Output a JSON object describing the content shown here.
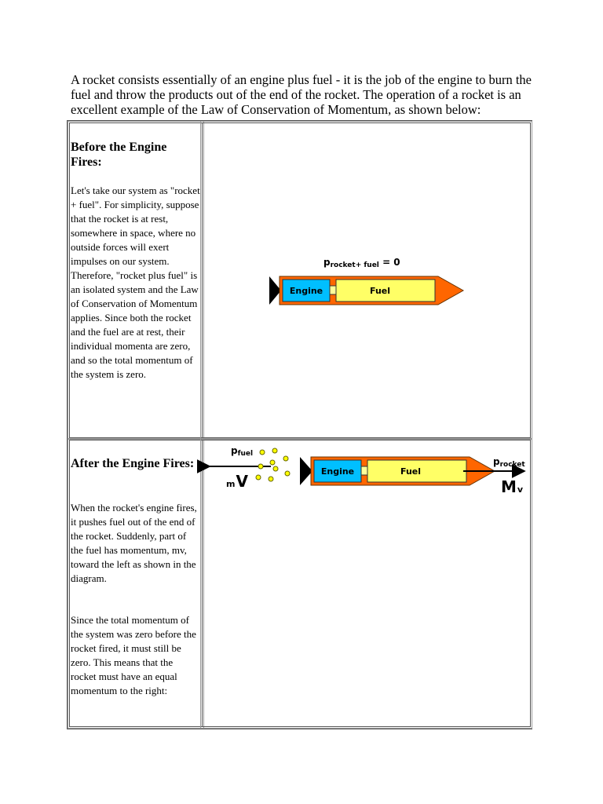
{
  "intro": "A rocket consists essentially of an engine plus fuel - it is the job of the engine to burn the fuel and throw the products out of the end of the rocket. The operation of a rocket is an excellent example of the Law of Conservation of Momentum, as shown below:",
  "before": {
    "heading": "Before the Engine Fires:",
    "text": "Let's take our system as \"rocket + fuel\". For simplicity, suppose that the rocket is at rest, somewhere in space, where no outside forces will exert impulses on our system. Therefore, \"rocket plus fuel\" is an isolated system and the Law of Conservation of Momentum applies. Since both the rocket and the fuel are at rest, their individual momenta are zero, and so the total momentum of the system is zero.",
    "diagram": {
      "p_label": "p",
      "p_sub": "rocket+ fuel",
      "p_value": " = 0",
      "engine_label": "Engine",
      "fuel_label": "Fuel"
    }
  },
  "after": {
    "heading": "After the Engine Fires:",
    "text1": "When the rocket's engine fires, it pushes fuel out of the end of the rocket. Suddenly, part of the fuel has momentum, mv, toward the left as shown in the diagram.",
    "text2": "Since the total momentum of the system was zero before the rocket fired, it must still be zero. This means that the rocket must have an equal momentum to the right:",
    "diagram": {
      "pfuel_label": "p",
      "pfuel_sub": "fuel",
      "mv_m": "m",
      "mv_v": "V",
      "engine_label": "Engine",
      "fuel_label": "Fuel",
      "procket_label": "p",
      "procket_sub": "rocket",
      "Mv_M": "M",
      "Mv_v": "v"
    }
  },
  "colors": {
    "engine": "#00bfff",
    "fuel": "#ffff66",
    "body": "#ff6600",
    "nozzle": "#000000",
    "exhaust": "#ffff00"
  }
}
